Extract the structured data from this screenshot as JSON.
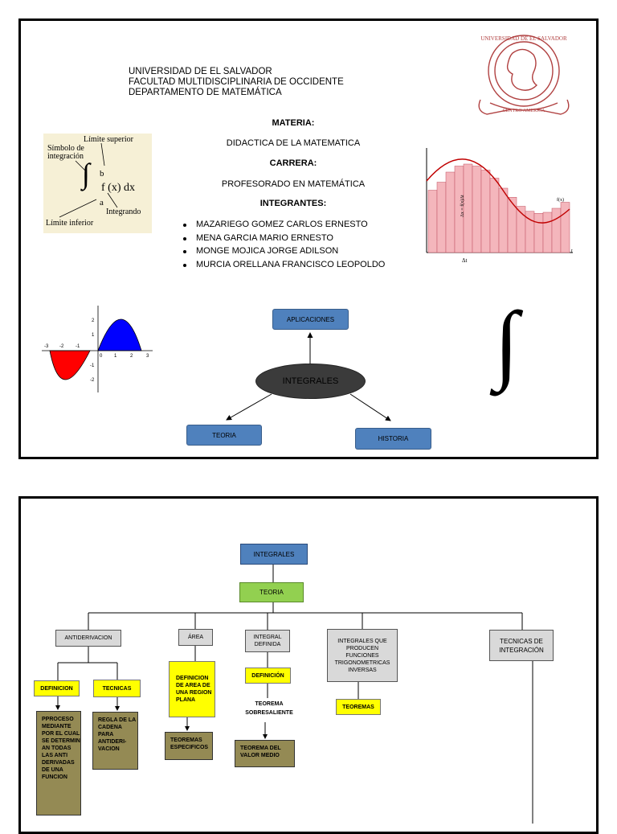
{
  "page1": {
    "university": {
      "line1": "UNIVERSIDAD DE EL SALVADOR",
      "line2": "FACULTAD MULTIDISCIPLINARIA DE OCCIDENTE",
      "line3": "DEPARTAMENTO DE MATEMÁTICA"
    },
    "seal": {
      "icon": "university-seal"
    },
    "materia_label": "MATERIA:",
    "materia_value": "DIDACTICA DE LA MATEMATICA",
    "carrera_label": "CARRERA:",
    "carrera_value": "PROFESORADO EN MATEMÁTICA",
    "integrantes_label": "INTEGRANTES:",
    "members": [
      "MAZARIEGO GOMEZ CARLOS ERNESTO",
      "MENA GARCIA MARIO ERNESTO",
      "MONGE MOJICA JORGE ADILSON",
      "MURCIA ORELLANA  FRANCISCO LEOPOLDO"
    ],
    "integral_diagram": {
      "upper_limit": "Límite superior",
      "symbol": "Símbolo de integración",
      "b": "b",
      "a": "a",
      "function": "f (x) dx",
      "integrand": "Integrando",
      "lower_limit": "Límite inferior"
    },
    "riemann": {
      "dy_label": "Δx = f(x)Δt",
      "fx_label": "f(x)",
      "dt_label": "Δt",
      "t_label": "t",
      "bar_values": [
        0.62,
        0.7,
        0.8,
        0.86,
        0.88,
        0.86,
        0.82,
        0.74,
        0.64,
        0.55,
        0.46,
        0.41,
        0.39,
        0.4,
        0.44,
        0.5
      ]
    },
    "area_graph": {
      "x_ticks": [
        "-3",
        "-2",
        "-1",
        "0",
        "1",
        "2",
        "3"
      ],
      "y_ticks": [
        "2",
        "1",
        "-1",
        "-2"
      ]
    },
    "map": {
      "center": "INTEGRALES",
      "top": "APLICACIONES",
      "left": "TEORIA",
      "right": "HISTORIA"
    }
  },
  "page2": {
    "root": "INTEGRALES",
    "teoria": "TEORIA",
    "antiderivacion": "ANTIDERIVACION",
    "area": "ÁREA",
    "integral_definida": "INTEGRAL DEFINIDA",
    "integrales_trig": "INTEGRALES QUE PRODUCEN FUNCIONES TRIGONOMETRICAS INVERSAS",
    "tecnicas_integracion": "TECNICAS DE INTEGRACIÓN",
    "definicion": "DEFINICION",
    "tecnicas": "TECNICAS",
    "definicion_area": "DEFINICION DE AREA DE UNA REGION PLANA",
    "definicion2": "DEFINICIÓN",
    "teoremas": "TEOREMAS",
    "teorema_sobresaliente": "TEOREMA SOBRESALIENTE",
    "proceso": "PPROCESO MEDIANTE POR EL CUAL SE DETERMIN AN TODAS LAS ANTI DERIVADAS DE UNA FUNCION",
    "regla": "REGLA DE LA CADENA PARA ANTIDERI-VACION",
    "teoremas_especificos": "TEOREMAS ESPECIFICOS",
    "teorema_valor_medio": "TEOREMA DEL VALOR MEDIO"
  },
  "colors": {
    "blue": "#4f81bd",
    "green": "#92d050",
    "yellow": "#ffff00",
    "olive": "#948a54",
    "red": "#ff0000",
    "graph_blue": "#0000ff"
  }
}
